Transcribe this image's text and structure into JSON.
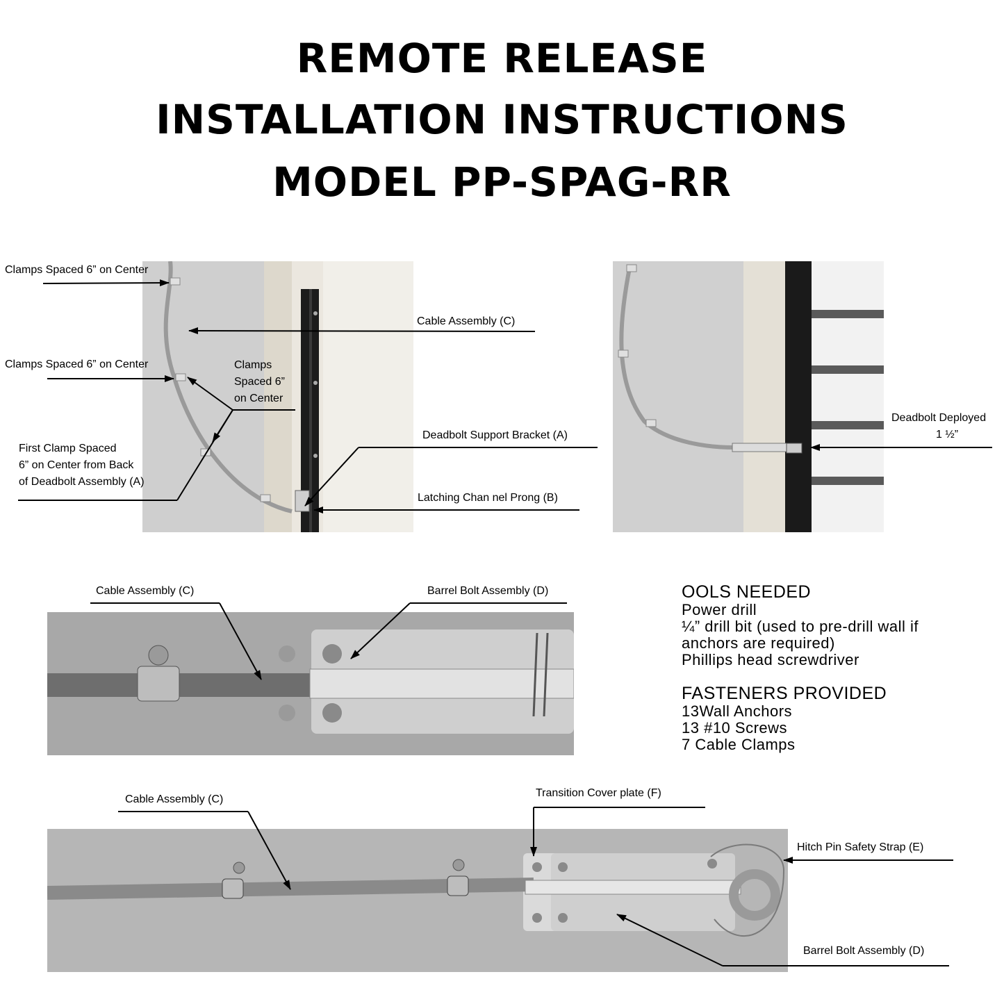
{
  "title": {
    "line1": "REMOTE RELEASE",
    "line2": "INSTALLATION INSTRUCTIONS",
    "line3": "MODEL PP-SPAG-RR"
  },
  "figure1": {
    "clamps_top": "Clamps Spaced 6” on Center",
    "cable": "Cable Assembly (C)",
    "clamps_mid": "Clamps Spaced 6” on Center",
    "clamps_center_l1": "Clamps",
    "clamps_center_l2": "Spaced 6”",
    "clamps_center_l3": "on Center",
    "first_clamp_l1": "First Clamp Spaced",
    "first_clamp_l2": "6” on Center from Back",
    "first_clamp_l3": "of Deadbolt Assembly (A)",
    "support_bracket": "Deadbolt Support Bracket (A)",
    "latching_prong": "Latching Chan nel Prong (B)"
  },
  "figure2": {
    "deployed_l1": "Deadbolt Deployed",
    "deployed_l2": "1 ½”"
  },
  "figure3": {
    "cable": "Cable Assembly (C)",
    "barrel_bolt": "Barrel Bolt Assembly (D)"
  },
  "figure4": {
    "cable": "Cable Assembly (C)",
    "transition": "Transition Cover plate (F)",
    "hitch_pin": "Hitch Pin Safety Strap (E)",
    "barrel_bolt": "Barrel Bolt Assembly (D)"
  },
  "tools": {
    "heading": "OOLS NEEDED",
    "items": [
      "Power drill",
      "¼” drill bit (used to pre-drill wall if",
      "anchors are required)",
      "Phillips head screwdriver"
    ]
  },
  "fasteners": {
    "heading": "FASTENERS PROVIDED",
    "items": [
      "13Wall Anchors",
      "13  #10 Screws",
      "7 Cable Clamps"
    ]
  },
  "colors": {
    "wall": "#c9c9c9",
    "wood": "#e6e2da",
    "channel": "#1c1c1c",
    "cable": "#7a7a7a",
    "metal": "#d8d8d8"
  }
}
